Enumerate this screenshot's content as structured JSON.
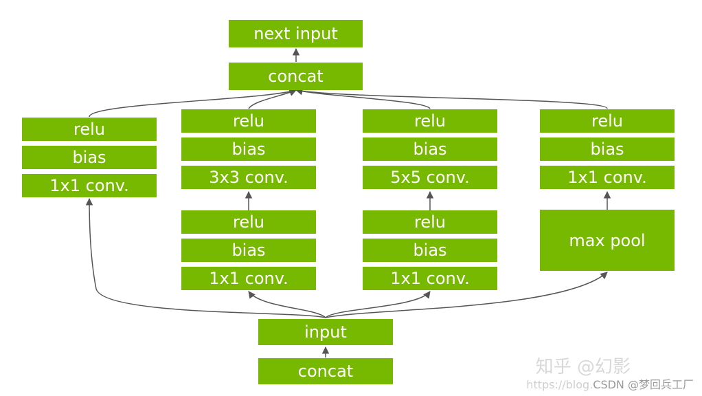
{
  "diagram": {
    "colors": {
      "box_fill": "#76b900",
      "box_text": "#ffffff",
      "edge": "#555555"
    },
    "top": {
      "next_input": "next input",
      "concat": "concat"
    },
    "branch1": {
      "relu": "relu",
      "bias": "bias",
      "conv": "1x1 conv."
    },
    "branch2": {
      "top": {
        "relu": "relu",
        "bias": "bias",
        "conv": "3x3 conv."
      },
      "bottom": {
        "relu": "relu",
        "bias": "bias",
        "conv": "1x1 conv."
      }
    },
    "branch3": {
      "top": {
        "relu": "relu",
        "bias": "bias",
        "conv": "5x5 conv."
      },
      "bottom": {
        "relu": "relu",
        "bias": "bias",
        "conv": "1x1 conv."
      }
    },
    "branch4": {
      "relu": "relu",
      "bias": "bias",
      "conv": "1x1 conv.",
      "pool": "max pool"
    },
    "bottom": {
      "input": "input",
      "concat": "concat"
    }
  },
  "watermark": {
    "zhihu": "知乎 @幻影",
    "csdn": "CSDN @梦回兵工厂",
    "url_fragment": "https://blog."
  }
}
